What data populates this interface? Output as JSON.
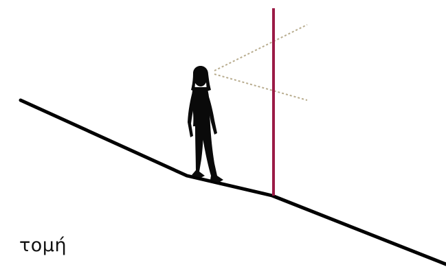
{
  "caption": "τομή",
  "colors": {
    "ground": "#000000",
    "person": "#0a0a0a",
    "pole": "#9b1b46",
    "sightline": "#b8ac8e"
  },
  "icons": {
    "person": "walking-woman-silhouette",
    "ground": "sloped-ground-line",
    "pole": "vertical-pole"
  }
}
